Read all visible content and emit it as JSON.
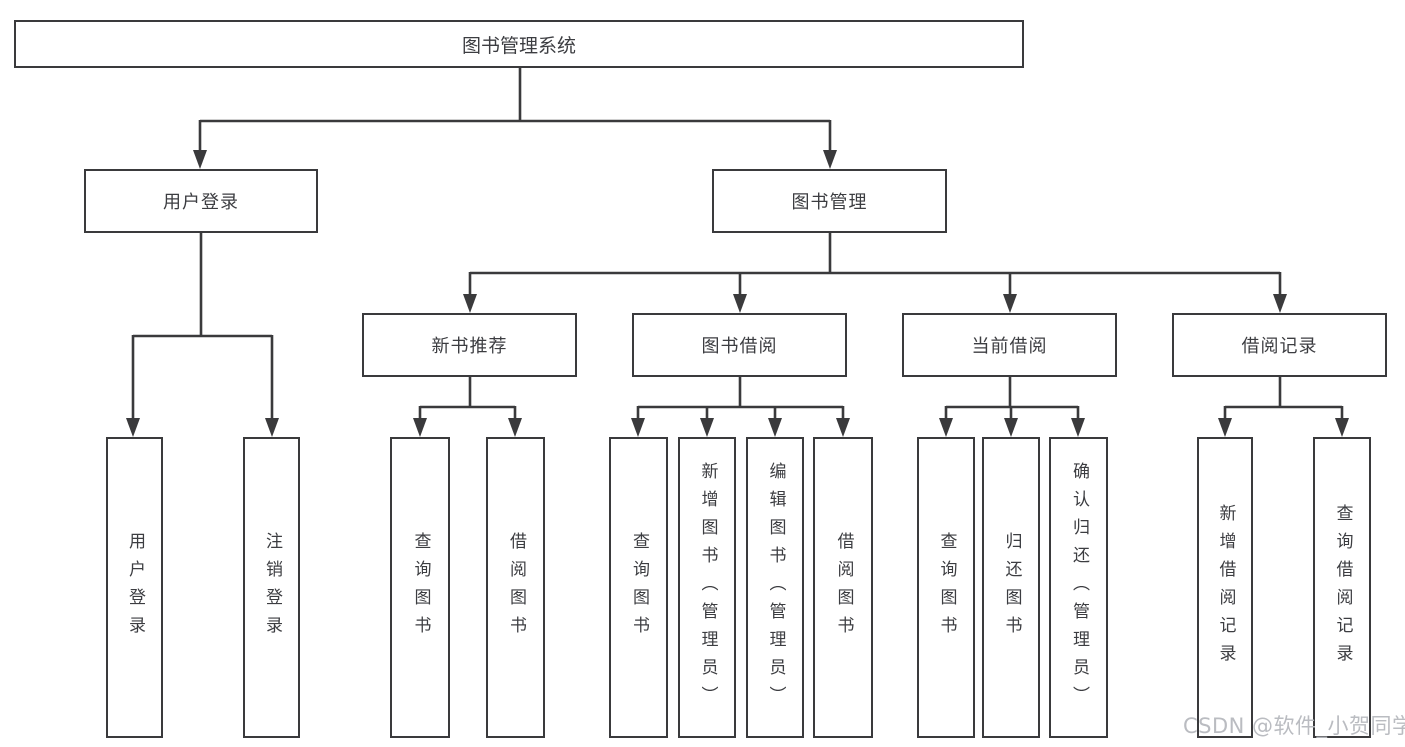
{
  "colors": {
    "line": "#3a3a3c",
    "border": "#3a3a3c",
    "text": "#3c3d41",
    "box_background": "#ffffff",
    "watermark": "#b6b8be"
  },
  "watermark": {
    "text": "CSDN @软件_小贺同学"
  },
  "tree": {
    "root": {
      "label": "图书管理系统",
      "children": [
        {
          "label": "用户登录",
          "children": [
            {
              "label": "用户登录"
            },
            {
              "label": "注销登录"
            }
          ]
        },
        {
          "label": "图书管理",
          "children": [
            {
              "label": "新书推荐",
              "children": [
                {
                  "label": "查询图书"
                },
                {
                  "label": "借阅图书"
                }
              ]
            },
            {
              "label": "图书借阅",
              "children": [
                {
                  "label": "查询图书"
                },
                {
                  "label": "新增图书（管理员）"
                },
                {
                  "label": "编辑图书（管理员）"
                },
                {
                  "label": "借阅图书"
                }
              ]
            },
            {
              "label": "当前借阅",
              "children": [
                {
                  "label": "查询图书"
                },
                {
                  "label": "归还图书"
                },
                {
                  "label": "确认归还（管理员）"
                }
              ]
            },
            {
              "label": "借阅记录",
              "children": [
                {
                  "label": "新增借阅记录"
                },
                {
                  "label": "查询借阅记录"
                }
              ]
            }
          ]
        }
      ]
    }
  }
}
